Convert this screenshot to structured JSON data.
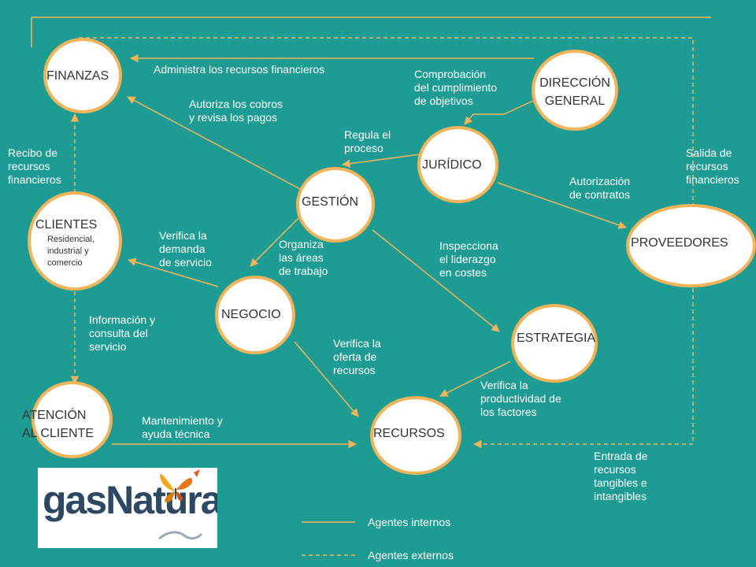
{
  "nodes": {
    "finanzas": "FINANZAS",
    "direccion_1": "DIRECCIÓN",
    "direccion_2": "GENERAL",
    "juridico": "JURÍDICO",
    "gestion": "GESTIÓN",
    "clientes": "CLIENTES",
    "clientes_sub": "Residencial,\nindustrial y\ncomercio",
    "proveedores": "PROVEEDORES",
    "negocio": "NEGOCIO",
    "estrategia": "ESTRATEGIA",
    "atencion_1": "ATENCIÓN",
    "atencion_2": "AL CLIENTE",
    "recursos": "RECURSOS"
  },
  "edges": {
    "administra": "Administra los recursos financieros",
    "comprobacion": "Comprobación\ndel cumplimiento\nde objetivos",
    "autoriza_cobros": "Autoriza los cobros\ny revisa los pagos",
    "regula": "Regula el\nproceso",
    "recibo": "Recibo de\nrecursos\nfinancieros",
    "salida": "Salida de\nrecursos\nfinancieros",
    "autorizacion_contratos": "Autorización\nde contratos",
    "verifica_demanda": "Verifica la\ndemanda\nde servicio",
    "organiza": "Organiza\nlas áreas\nde trabajo",
    "inspecciona": "Inspecciona\nel liderazgo\nen costes",
    "informacion": "Información y\nconsulta del\nservicio",
    "verifica_oferta": "Verifica la\noferta de\nrecursos",
    "verifica_productividad": "Verifica la\nproductividad de\nlos factores",
    "mantenimiento": "Mantenimiento y\nayuda técnica",
    "entrada": "Entrada de\nrecursos\ntangibles e\nintangibles"
  },
  "legend": {
    "internos": "Agentes internos",
    "externos": "Agentes externos"
  },
  "logo": {
    "text": "gasNatural"
  },
  "colors": {
    "background": "#1e9b93",
    "node_border": "#f2b45a",
    "line": "#f2b45a",
    "logo_text": "#2e4763"
  }
}
